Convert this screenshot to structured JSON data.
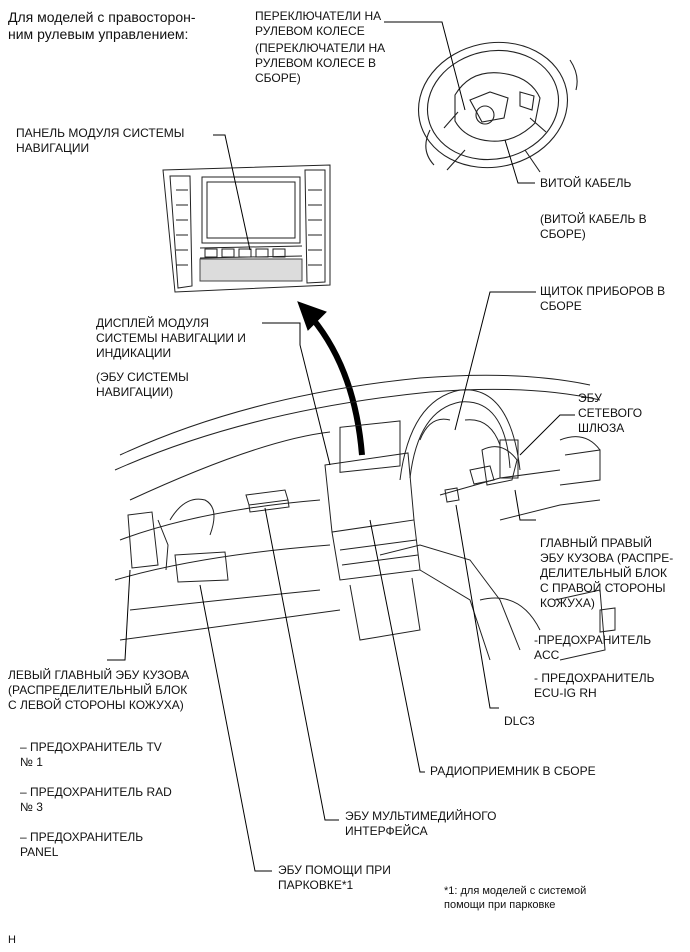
{
  "header_note": "Для моделей с правосторон-\nним рулевым управлением:",
  "labels": {
    "steering_switches": "ПЕРЕКЛЮЧАТЕЛИ НА\nРУЛЕВОМ КОЛЕСЕ",
    "steering_switches_assy": "(ПЕРЕКЛЮЧАТЕЛИ НА\nРУЛЕВОМ КОЛЕСЕ В\nСБОРЕ)",
    "nav_panel": "ПАНЕЛЬ МОДУЛЯ СИСТЕМЫ\nНАВИГАЦИИ",
    "spiral_cable": "ВИТОЙ КАБЕЛЬ",
    "spiral_cable_assy": "(ВИТОЙ КАБЕЛЬ В\nСБОРЕ)",
    "combination_meter": "ЩИТОК ПРИБОРОВ В\nСБОРЕ",
    "nav_display": "ДИСПЛЕЙ МОДУЛЯ\nСИСТЕМЫ НАВИГАЦИИ И\nИНДИКАЦИИ",
    "nav_ecu": "(ЭБУ СИСТЕМЫ\nНАВИГАЦИИ)",
    "gateway_ecu": "ЭБУ\nСЕТЕВОГО\nШЛЮЗА",
    "main_body_ecu_rh": "ГЛАВНЫЙ ПРАВЫЙ\nЭБУ КУЗОВА (РАСПРЕ-\nДЕЛИТЕЛЬНЫЙ БЛОК\nС ПРАВОЙ СТОРОНЫ\nКОЖУХА)",
    "fuse_acc": "-ПРЕДОХРАНИТЕЛЬ\nACC",
    "fuse_ecu_ig": "- ПРЕДОХРАНИТЕЛЬ\nECU-IG RH",
    "dlc3": "DLC3",
    "main_body_ecu_lh": "ЛЕВЫЙ ГЛАВНЫЙ ЭБУ КУЗОВА\n(РАСПРЕДЕЛИТЕЛЬНЫЙ БЛОК\nС ЛЕВОЙ СТОРОНЫ КОЖУХА)",
    "fuse_tv": "– ПРЕДОХРАНИТЕЛЬ TV\n№ 1",
    "fuse_rad": "– ПРЕДОХРАНИТЕЛЬ RAD\n№ 3",
    "fuse_panel": "– ПРЕДОХРАНИТЕЛЬ\nPANEL",
    "radio_receiver": "РАДИОПРИЕМНИК В СБОРЕ",
    "multimedia_ecu": "ЭБУ МУЛЬТИМЕДИЙНОГО\nИНТЕРФЕЙСА",
    "parking_assist_ecu": "ЭБУ ПОМОЩИ ПРИ\nПАРКОВКЕ*1",
    "footnote": "*1: для моделей с системой\nпомощи при парковке",
    "code": "H"
  }
}
